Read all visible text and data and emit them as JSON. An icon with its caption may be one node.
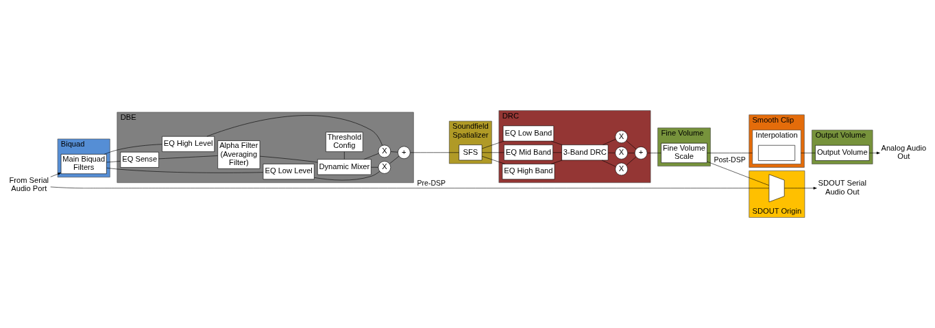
{
  "diagram": {
    "nodes": [
      {
        "text": [
          "From Serial Audio Port"
        ]
      },
      {
        "text": [
          "Biquad"
        ]
      },
      {
        "text": [
          "Main Biquad Filters"
        ],
        "in": 1
      },
      {
        "text": [
          "DBE"
        ]
      },
      {
        "text": [
          "EQ High Level"
        ],
        "in": 3
      },
      {
        "text": [
          "EQ Low Level"
        ],
        "in": 3
      },
      {
        "text": [
          "X"
        ],
        "in": 3
      },
      {
        "text": [
          "X"
        ],
        "in": 3
      },
      {
        "text": [
          "+"
        ],
        "in": 3
      },
      {
        "text": [
          "EQ Sense"
        ],
        "in": 3
      },
      {
        "text": [
          "Alpha Filter (Averaging Filter)"
        ],
        "in": 3
      },
      {
        "text": [
          "Dynamic Mixer"
        ],
        "in": 3
      },
      {
        "text": [
          "Threshold Config"
        ],
        "in": 3
      },
      {
        "text": [
          "Soundfield Spatializer"
        ]
      },
      {
        "text": [
          "SFS"
        ],
        "in": 13
      },
      {
        "text": [
          "DRC"
        ]
      },
      {
        "text": [
          "EQ Low Band"
        ],
        "in": 15
      },
      {
        "text": [
          "EQ Mid Band"
        ],
        "in": 15
      },
      {
        "text": [
          "EQ High Band"
        ],
        "in": 15
      },
      {
        "text": [
          "3-Band DRC"
        ],
        "in": 15
      },
      {
        "text": [
          "X"
        ],
        "in": 15
      },
      {
        "text": [
          "X"
        ],
        "in": 15
      },
      {
        "text": [
          "X"
        ],
        "in": 15
      },
      {
        "text": [
          "+"
        ],
        "in": 15
      },
      {
        "text": [
          "Fine Volume"
        ]
      },
      {
        "text": [
          "Fine Volume Scale"
        ],
        "in": 24
      },
      {
        "text": [
          "Smooth Clip"
        ]
      },
      {
        "text": [
          "Interpolation"
        ],
        "in": 26
      },
      {
        "text": [],
        "shape": "box",
        "in": 27
      },
      {
        "text": [
          "Output Volume"
        ]
      },
      {
        "text": [
          "Output Volume"
        ],
        "in": 29
      },
      {
        "text": [
          "Analog Audio Out"
        ]
      },
      {
        "text": [
          "SDOUT Origin"
        ]
      },
      {
        "text": [],
        "shape": "trapezoid",
        "in": 32
      },
      {
        "text": [
          "SDOUT Serial Audio Out"
        ]
      }
    ],
    "edges": [
      {
        "from": 0,
        "to": 2,
        "arrow": "to"
      },
      {
        "from": 0,
        "to": 33,
        "arrow": "none",
        "label": "Pre-DSP"
      },
      {
        "from": 2,
        "to": 4,
        "arrow": "none"
      },
      {
        "from": 2,
        "to": 5,
        "arrow": "none"
      },
      {
        "from": 2,
        "to": 9,
        "arrow": "none"
      },
      {
        "from": 4,
        "to": 6,
        "arrow": "none"
      },
      {
        "from": 5,
        "to": 7,
        "arrow": "none"
      },
      {
        "from": 6,
        "to": 8,
        "arrow": "none"
      },
      {
        "from": 7,
        "to": 8,
        "arrow": "none"
      },
      {
        "from": 9,
        "to": 10,
        "arrow": "none"
      },
      {
        "from": 10,
        "to": 11,
        "arrow": "none"
      },
      {
        "from": 11,
        "to": 6,
        "arrow": "none"
      },
      {
        "from": 11,
        "to": 7,
        "arrow": "none"
      },
      {
        "from": 11,
        "to": 12,
        "arrow": "none"
      },
      {
        "from": 8,
        "to": 14,
        "arrow": "none"
      },
      {
        "from": 14,
        "to": 16,
        "arrow": "none"
      },
      {
        "from": 14,
        "to": 17,
        "arrow": "none"
      },
      {
        "from": 14,
        "to": 18,
        "arrow": "none"
      },
      {
        "from": 16,
        "to": 19,
        "arrow": "none"
      },
      {
        "from": 17,
        "to": 19,
        "arrow": "none"
      },
      {
        "from": 18,
        "to": 19,
        "arrow": "none"
      },
      {
        "from": 19,
        "to": 20,
        "arrow": "none"
      },
      {
        "from": 19,
        "to": 21,
        "arrow": "none"
      },
      {
        "from": 19,
        "to": 22,
        "arrow": "none"
      },
      {
        "from": 20,
        "to": 23,
        "arrow": "none"
      },
      {
        "from": 21,
        "to": 23,
        "arrow": "none"
      },
      {
        "from": 22,
        "to": 23,
        "arrow": "none"
      },
      {
        "from": 23,
        "to": 25,
        "arrow": "none"
      },
      {
        "from": 25,
        "to": 27,
        "arrow": "none"
      },
      {
        "from": 27,
        "to": 30,
        "arrow": "none"
      },
      {
        "from": 30,
        "to": 31,
        "arrow": "to"
      },
      {
        "from": 25,
        "to": 33,
        "arrow": "none",
        "label": "Post-DSP"
      },
      {
        "from": 33,
        "to": 34,
        "arrow": "to"
      }
    ]
  }
}
